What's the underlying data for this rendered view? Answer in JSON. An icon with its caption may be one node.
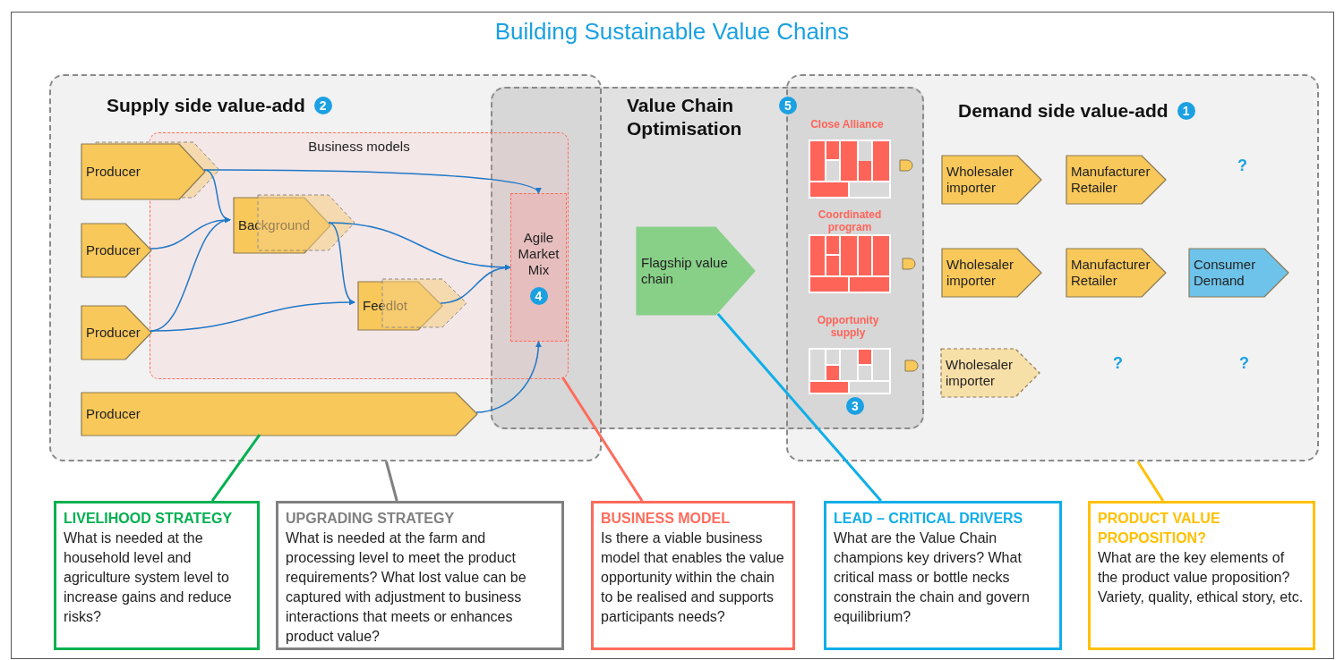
{
  "diagram": {
    "title": "Building Sustainable Value Chains",
    "nodes": [
      {
        "text": [
          "Supply side value-add",
          "2"
        ]
      },
      {
        "text": [
          "Value Chain Optimisation",
          "5"
        ]
      },
      {
        "text": [
          "Demand side value-add",
          "1"
        ]
      },
      {
        "text": [
          "Business models"
        ],
        "in": 0
      },
      {
        "text": [
          "Producer"
        ],
        "in": 0
      },
      {
        "text": [
          "Producer"
        ],
        "in": 0
      },
      {
        "text": [
          "Producer"
        ],
        "in": 0
      },
      {
        "text": [
          "Background"
        ],
        "in": 3
      },
      {
        "text": [
          "Feedlot"
        ],
        "in": 3
      },
      {
        "text": [
          "Agile Market Mix",
          "4"
        ]
      },
      {
        "text": [
          "Producer"
        ],
        "in": 0
      },
      {
        "text": [
          "Flagship value chain"
        ],
        "in": 1
      },
      {
        "text": [
          "Wholesaler importer"
        ],
        "in": 2
      },
      {
        "text": [
          "Manufacturer Retailer"
        ],
        "in": 2
      },
      {
        "text": [
          "Wholesaler importer"
        ],
        "in": 2
      },
      {
        "text": [
          "Manufacturer Retailer"
        ],
        "in": 2
      },
      {
        "text": [
          "Consumer Demand"
        ],
        "in": 2
      },
      {
        "text": [
          "Wholesaler importer"
        ],
        "in": 2
      },
      {
        "text": [
          "LIVELIHOOD STRATEGY",
          "What is needed at the household level and agriculture system level to increase gains and reduce risks?"
        ]
      },
      {
        "text": [
          "UPGRADING STRATEGY",
          "What is needed at the farm and processing level to meet the product requirements? What lost value can be captured with adjustment to business interactions that meets or enhances product value?"
        ]
      },
      {
        "text": [
          "BUSINESS MODEL",
          "Is there a viable business model that enables the value opportunity within the chain to be realised and supports participants needs?"
        ]
      },
      {
        "text": [
          "LEAD – CRITICAL DRIVERS",
          "What are the Value Chain champions key drivers? What critical mass or bottle necks constrain the chain and govern equilibrium?"
        ]
      },
      {
        "text": [
          "PRODUCT VALUE PROPOSITION?",
          "What are the key elements of the product value proposition?",
          "Variety, quality, ethical story, etc."
        ]
      }
    ],
    "edges": [
      {
        "from": 4,
        "to": 9,
        "arrow": "to"
      },
      {
        "from": 4,
        "to": 7,
        "arrow": "to"
      },
      {
        "from": 5,
        "to": 7,
        "arrow": "to"
      },
      {
        "from": 6,
        "to": 7,
        "arrow": "to"
      },
      {
        "from": 6,
        "to": 8,
        "arrow": "to"
      },
      {
        "from": 7,
        "to": 8,
        "arrow": "to"
      },
      {
        "from": 7,
        "to": 9,
        "arrow": "to"
      },
      {
        "from": 8,
        "to": 9,
        "arrow": "to"
      },
      {
        "from": 10,
        "to": 9,
        "arrow": "to"
      },
      {
        "from": 18,
        "to": 10,
        "arrow": "none",
        "color": "#00b050"
      },
      {
        "from": 19,
        "to": 0,
        "arrow": "none",
        "color": "#808080"
      },
      {
        "from": 20,
        "to": 3,
        "arrow": "none",
        "color": "#ff6b5b"
      },
      {
        "from": 21,
        "to": 11,
        "arrow": "none",
        "color": "#10aee8"
      },
      {
        "from": 22,
        "to": 2,
        "arrow": "none",
        "color": "#ffc000"
      }
    ],
    "labels": [
      "Close Alliance",
      "?",
      "Coordinated program",
      "Opportunity supply",
      "?",
      "?",
      "3"
    ]
  }
}
